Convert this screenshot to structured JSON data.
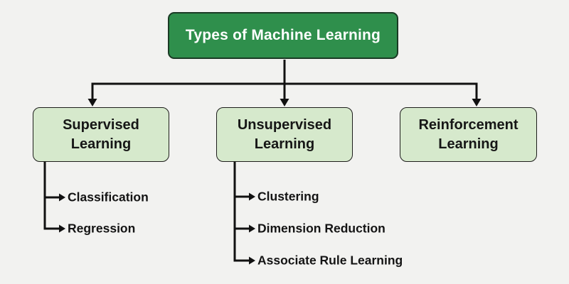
{
  "diagram": {
    "title": "Types of Machine Learning",
    "branches": [
      {
        "name": "Supervised Learning",
        "children": [
          "Classification",
          "Regression"
        ]
      },
      {
        "name": "Unsupervised Learning",
        "children": [
          "Clustering",
          "Dimension Reduction",
          "Associate Rule Learning"
        ]
      },
      {
        "name": "Reinforcement Learning",
        "children": []
      }
    ]
  },
  "colors": {
    "background": "#f2f2f0",
    "root_fill": "#2f8f4c",
    "root_border": "#1a3a24",
    "root_text": "#ffffff",
    "child_fill": "#d6e9cc",
    "child_border": "#1d1d1b",
    "child_text": "#161616",
    "connector_line": "#111111"
  }
}
